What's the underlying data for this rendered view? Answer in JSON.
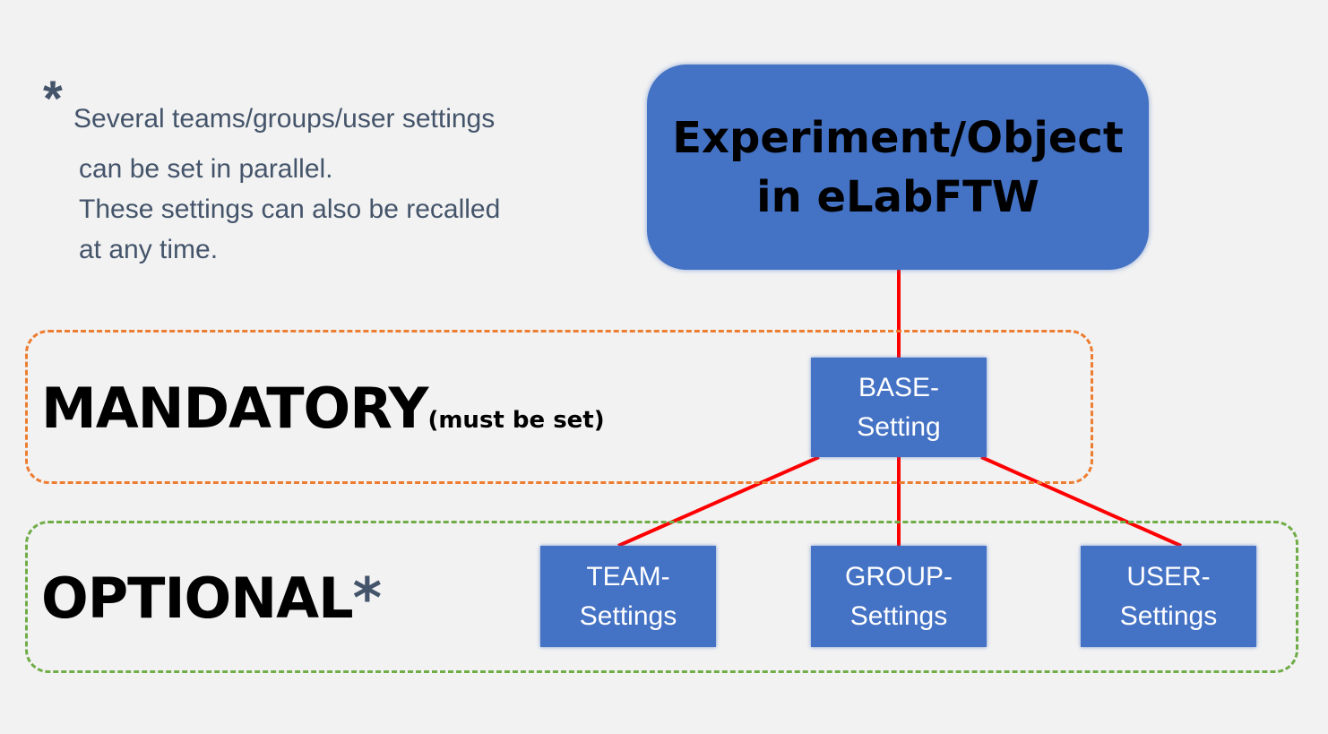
{
  "note": {
    "star": "*",
    "line1": "Several teams/groups/user settings",
    "line2": "can be set in parallel.",
    "line3": "These settings can also be recalled",
    "line4": "at any time."
  },
  "main_box": {
    "line1": "Experiment/Object",
    "line2": "in eLabFTW"
  },
  "zones": {
    "mandatory": {
      "label": "MANDATORY",
      "sub": "(must be set)",
      "color": "#ed7d31"
    },
    "optional": {
      "label": "OPTIONAL",
      "star": "*",
      "color": "#70ad47"
    }
  },
  "nodes": {
    "base": {
      "line1": "BASE-",
      "line2": "Setting"
    },
    "team": {
      "line1": "TEAM-",
      "line2": "Settings"
    },
    "group": {
      "line1": "GROUP-",
      "line2": "Settings"
    },
    "user": {
      "line1": "USER-",
      "line2": "Settings"
    }
  },
  "colors": {
    "node_fill": "#4472c4",
    "connector": "#ff0000",
    "note_text": "#44546a",
    "background": "#f2f2f2"
  }
}
